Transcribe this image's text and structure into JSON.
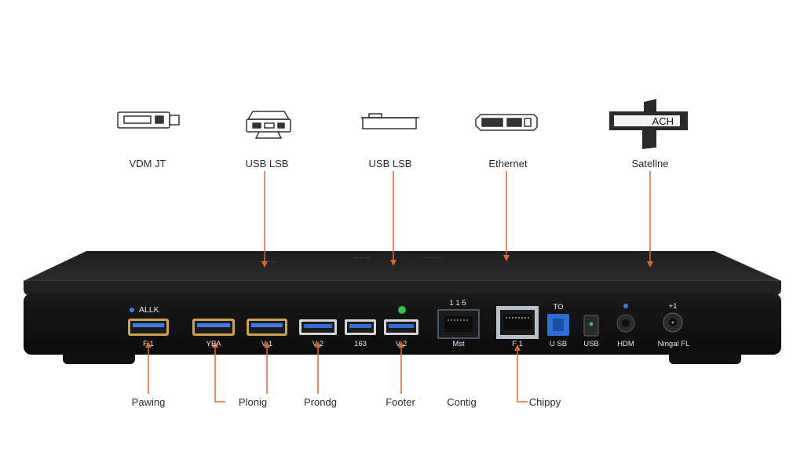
{
  "colors": {
    "accent": "#e0662f",
    "device": "#161616",
    "port_blue": "#2d6fd6",
    "led_green": "#32c24a"
  },
  "top_connectors": [
    {
      "icon": "vdm-connector-icon",
      "label": "VDM JT"
    },
    {
      "icon": "usb-device-icon",
      "label": "USB LSB"
    },
    {
      "icon": "usb-cable-icon",
      "label": "USB LSB"
    },
    {
      "icon": "ethernet-cable-icon",
      "label": "Ethernet"
    },
    {
      "icon": "satellite-connector-icon",
      "label": "Satellne",
      "icon_text": "ACH"
    }
  ],
  "device": {
    "badge": "ALLK",
    "ports": [
      {
        "type": "hdmi",
        "label": "F 1"
      },
      {
        "type": "hdmi",
        "label": "YEA"
      },
      {
        "type": "hdmi",
        "label": "V 1"
      },
      {
        "type": "usb",
        "label": "V 2"
      },
      {
        "type": "usb",
        "label": "163"
      },
      {
        "type": "usb",
        "label": "V 2"
      },
      {
        "type": "rj45",
        "label": "Mst",
        "top": "1  1 5"
      },
      {
        "type": "rj45-lit",
        "label": "F 1"
      },
      {
        "type": "usb-blue",
        "label": "U SB",
        "top": "TO"
      },
      {
        "type": "usb-c",
        "label": "USB"
      },
      {
        "type": "round",
        "label": "HDM"
      },
      {
        "type": "barrel",
        "label": "Ningal FL",
        "top": "+1"
      }
    ]
  },
  "bottom_labels": [
    "Pawing",
    "Plonig",
    "Prondg",
    "Footer",
    "Contig",
    "Chippy"
  ]
}
